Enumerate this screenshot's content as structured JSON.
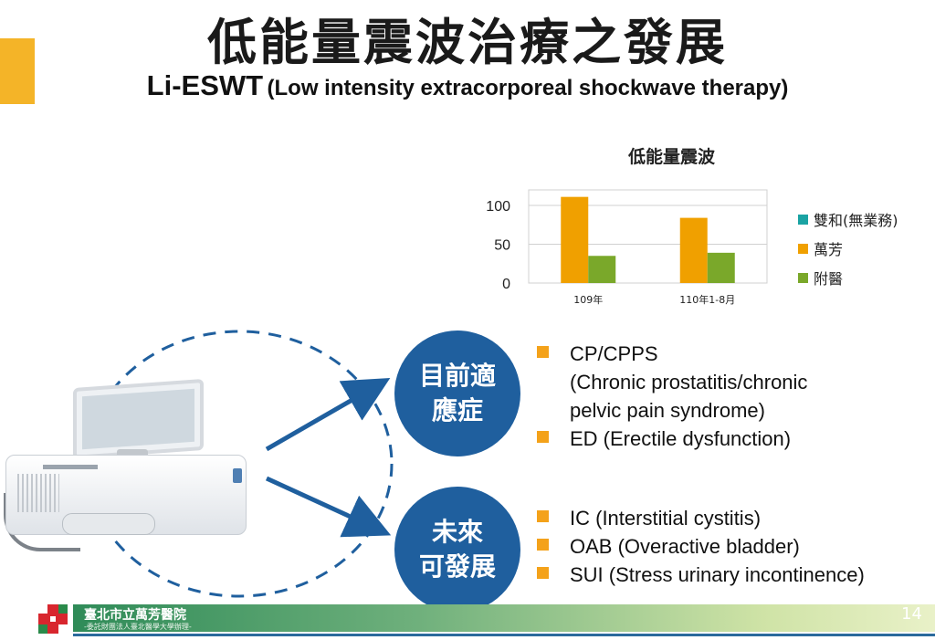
{
  "slide": {
    "title": "低能量震波治療之發展",
    "subtitle_main": "Li-ESWT",
    "subtitle_detail": "(Low intensity extracorporeal shockwave therapy)",
    "page_number": "14"
  },
  "chart_data": {
    "type": "bar",
    "title": "低能量震波",
    "categories": [
      "109年",
      "110年1-8月"
    ],
    "series": [
      {
        "name": "雙和(無業務)",
        "values": [
          0,
          0
        ],
        "color": "#1aa3a3"
      },
      {
        "name": "萬芳",
        "values": [
          111,
          84
        ],
        "color": "#f0a000"
      },
      {
        "name": "附醫",
        "values": [
          35,
          39
        ],
        "color": "#7aa82a"
      }
    ],
    "ylim": [
      0,
      120
    ],
    "yticks": [
      0,
      50,
      100
    ],
    "grid": true,
    "legend": "right"
  },
  "circles": {
    "current": {
      "line1": "目前適",
      "line2": "應症"
    },
    "future": {
      "line1": "未來",
      "line2": "可發展"
    }
  },
  "current_indications": [
    {
      "lines": [
        "CP/CPPS",
        "(Chronic prostatitis/chronic",
        "pelvic pain syndrome)"
      ]
    },
    {
      "lines": [
        "ED (Erectile dysfunction)"
      ]
    }
  ],
  "future_indications": [
    {
      "lines": [
        "IC (Interstitial cystitis)"
      ]
    },
    {
      "lines": [
        "OAB (Overactive bladder)"
      ]
    },
    {
      "lines": [
        "SUI (Stress urinary incontinence)"
      ]
    }
  ],
  "footer": {
    "hospital_name": "臺北市立萬芳醫院",
    "hospital_sub": "-委託財團法人臺北醫學大學辦理-"
  },
  "colors": {
    "accent": "#f4b428",
    "circle_blue": "#1f5f9e",
    "bullet_orange": "#f4a21a"
  }
}
